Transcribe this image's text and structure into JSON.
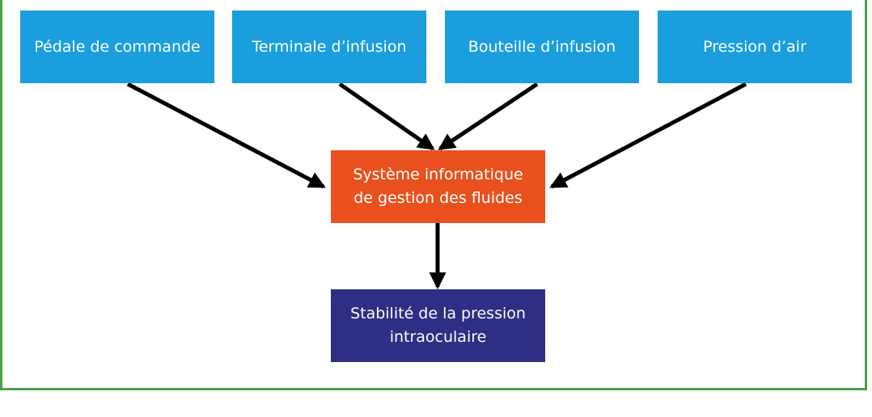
{
  "diagram": {
    "inputs": [
      "Pédale de commande",
      "Terminale d’infusion",
      "Bouteille d’infusion",
      "Pression d’air"
    ],
    "process": "Système informatique\nde gestion des fluides",
    "output": "Stabilité de la pression\nintraoculaire"
  },
  "colors": {
    "input_fill": "#1a9edd",
    "process_fill": "#e8511e",
    "output_fill": "#2e2e84",
    "frame": "#4aa14a",
    "arrow": "#000000"
  }
}
